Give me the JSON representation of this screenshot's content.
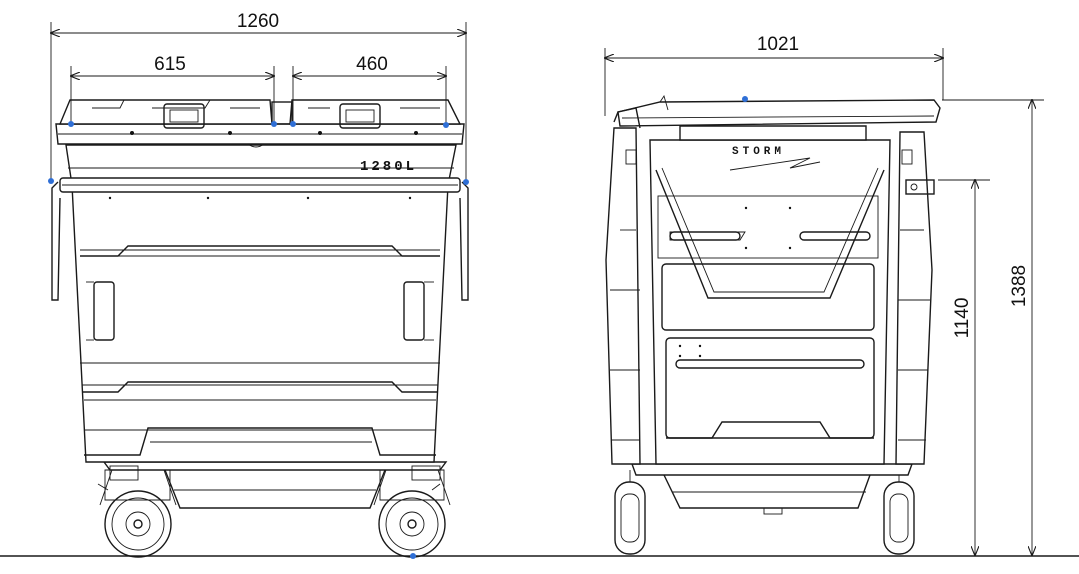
{
  "front_view": {
    "overall_width": "1260",
    "lid_left_width": "615",
    "lid_right_width": "460",
    "capacity_label": "1280L"
  },
  "side_view": {
    "overall_depth": "1021",
    "rim_height": "1140",
    "overall_height": "1388",
    "brand_label": "STORM"
  },
  "colors": {
    "line": "#1a1a1a",
    "marker": "#2f6fd6",
    "background": "#ffffff"
  }
}
